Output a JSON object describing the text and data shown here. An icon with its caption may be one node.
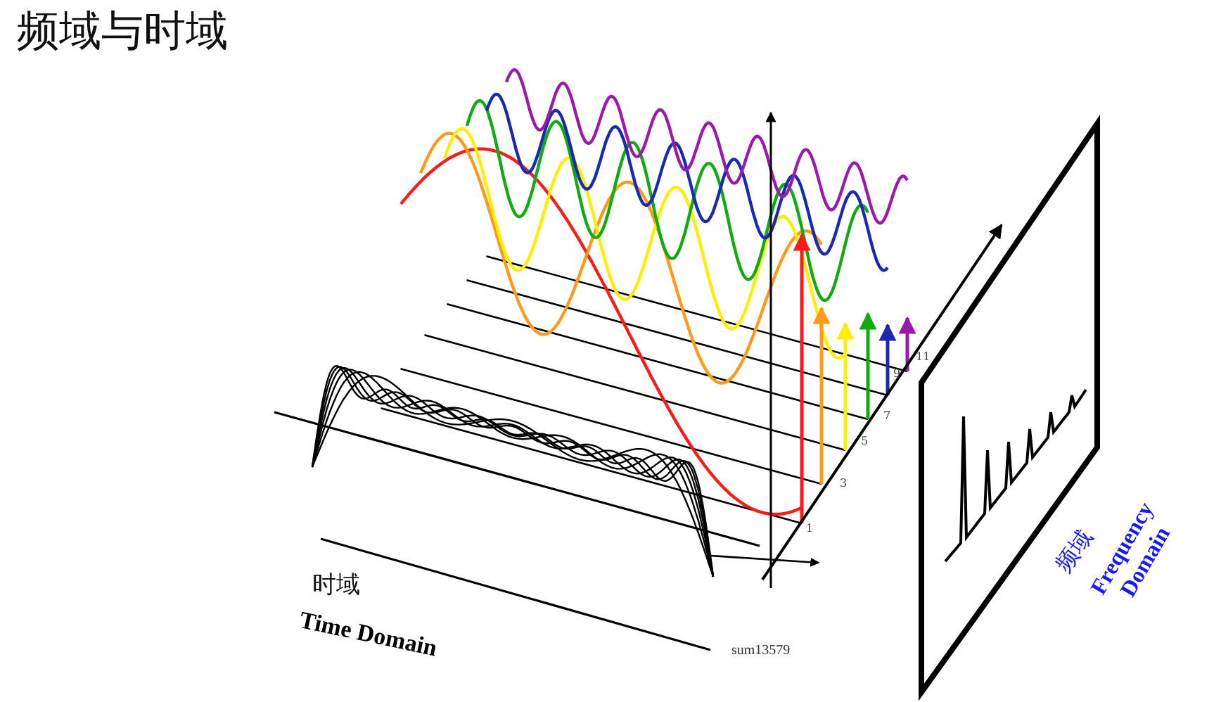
{
  "diagram": {
    "title": "频域与时域",
    "labels": [
      "1",
      "3",
      "5",
      "7",
      "9",
      "11",
      "时域",
      "Time Domain",
      "sum13579",
      "频域",
      "Frequency Domain"
    ]
  }
}
